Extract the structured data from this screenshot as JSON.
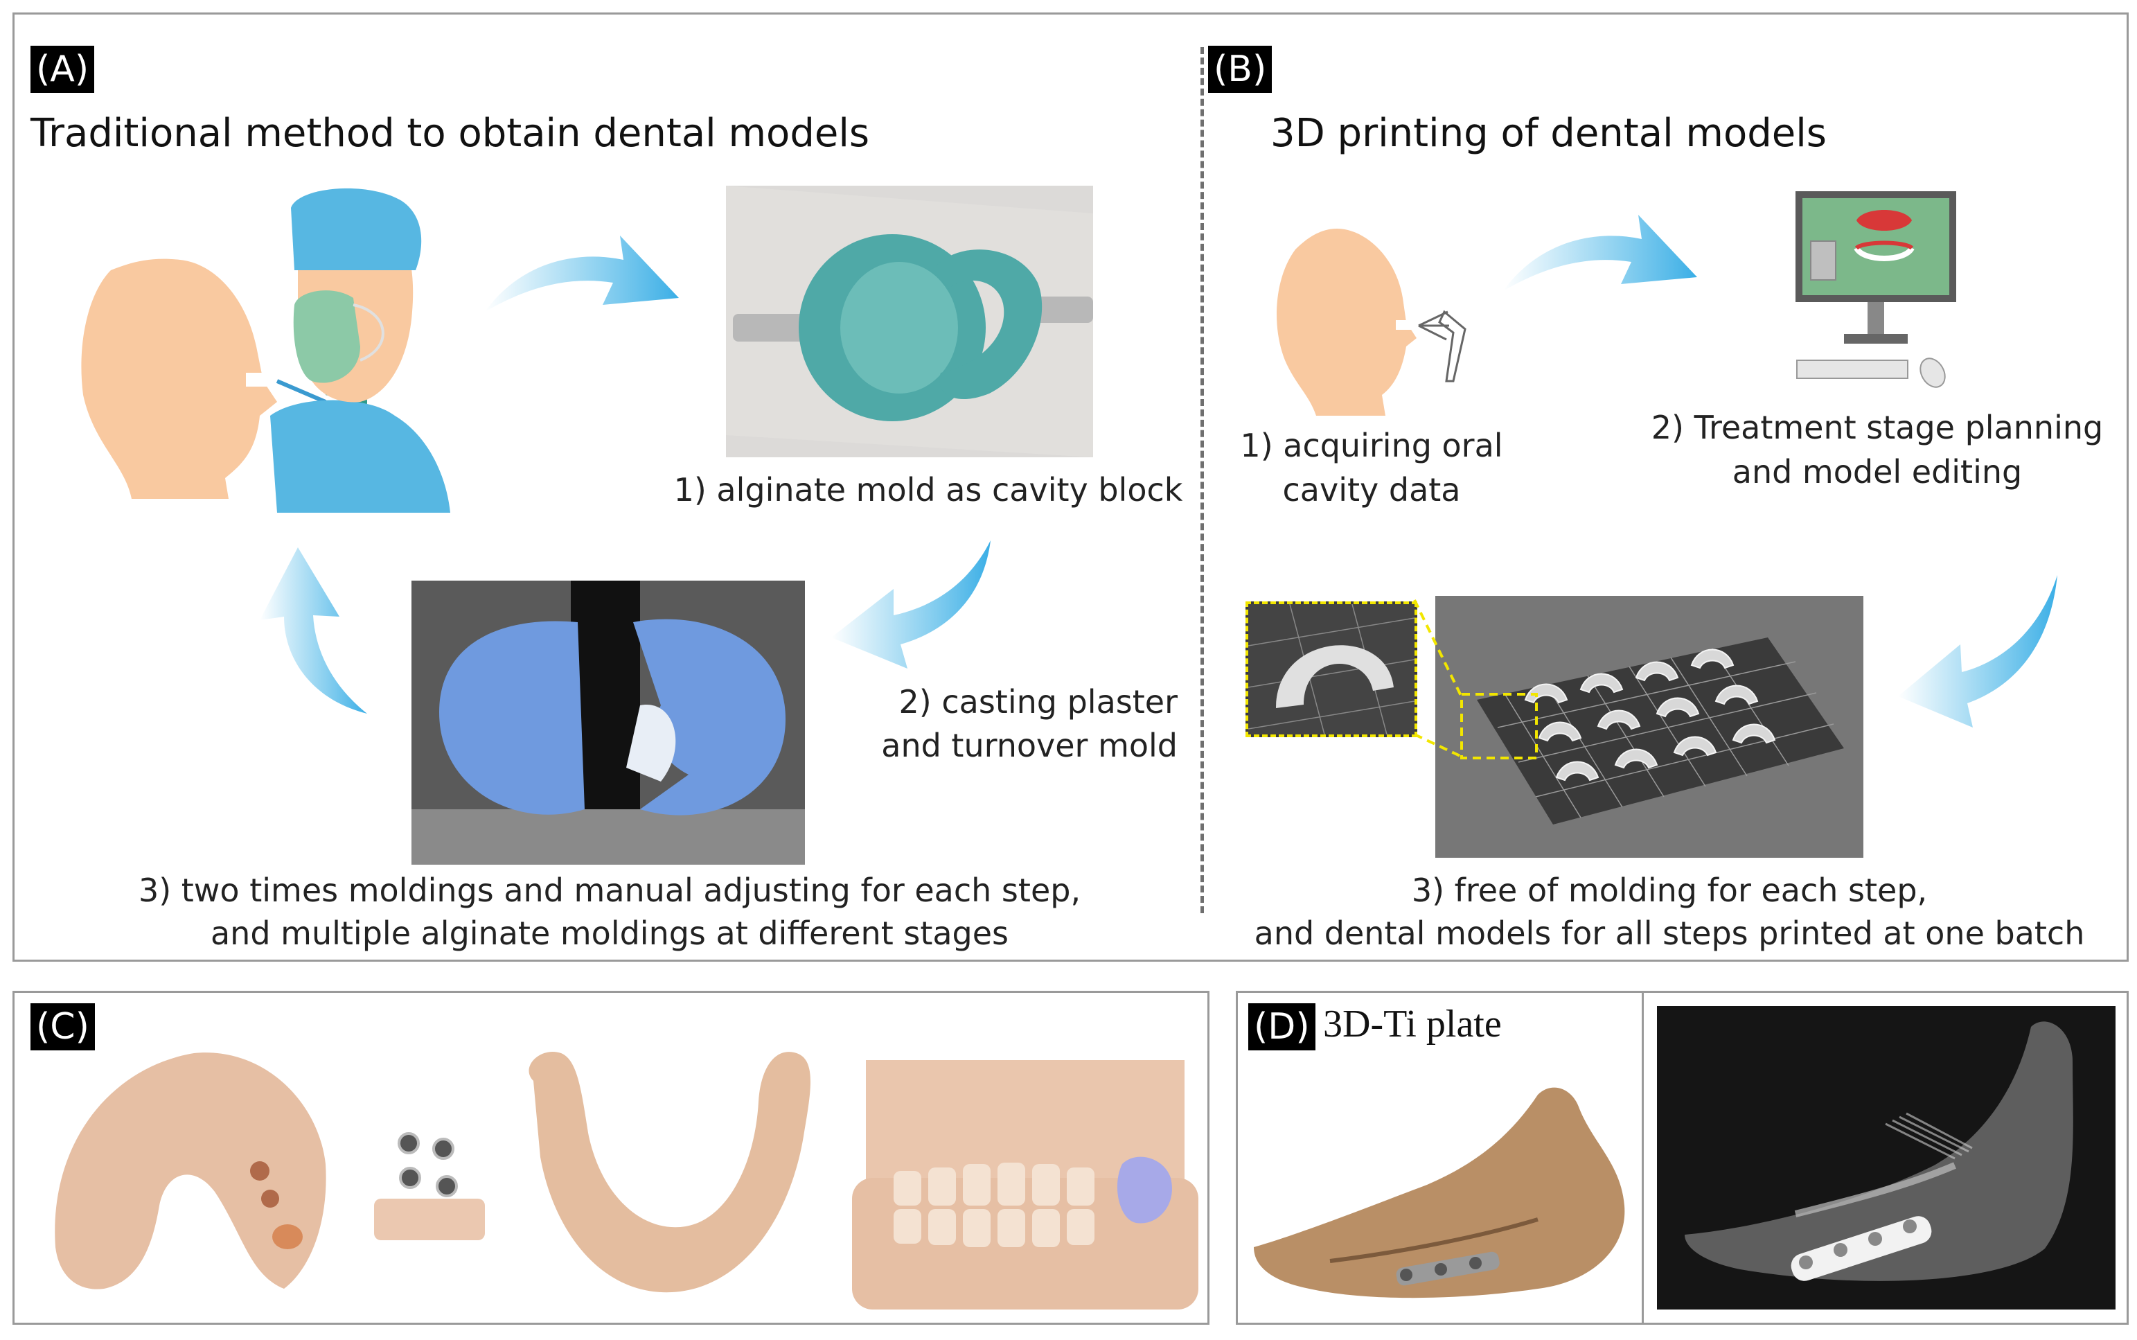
{
  "panel_a": {
    "tag": "(A)",
    "title": "Traditional method to obtain dental models",
    "step1": "1) alginate mold as cavity block",
    "step2_line1": "2) casting plaster",
    "step2_line2": "and turnover mold",
    "step3_line1": "3) two times moldings and manual adjusting for each step,",
    "step3_line2": "and multiple alginate moldings at different stages"
  },
  "panel_b": {
    "tag": "(B)",
    "title": "3D printing of dental models",
    "step1_line1": "1) acquiring oral",
    "step1_line2": "cavity data",
    "step2_line1": "2) Treatment stage planning",
    "step2_line2": "and model editing",
    "step3_line1": "3) free of molding for each step,",
    "step3_line2": "and dental models for all steps printed at one batch"
  },
  "panel_c": {
    "tag": "(C)"
  },
  "panel_d": {
    "tag": "(D)",
    "label": "3D-Ti plate"
  },
  "colors": {
    "arrow": "#4fb8e8",
    "skin": "#f9c9a0",
    "scrub": "#57b7e2",
    "mask": "#8cc9a7",
    "alginate": "#4fa9a7",
    "plaster": "#6f9adf",
    "resin": "#e8c4ac",
    "highlight": "#f2e600"
  }
}
